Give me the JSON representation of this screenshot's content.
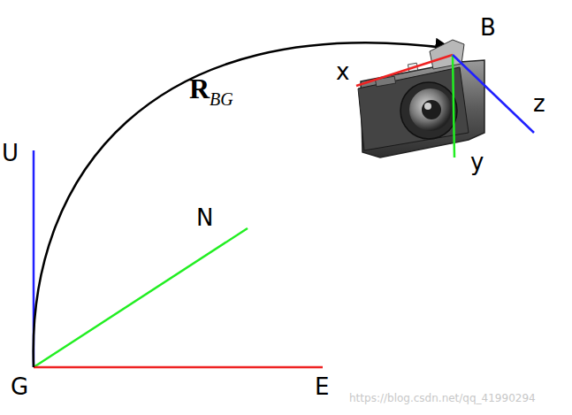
{
  "diagram": {
    "labels": [
      "U",
      "N",
      "G",
      "E",
      "B",
      "x",
      "y",
      "z",
      "R",
      "BG",
      "https://blog.csdn.net/qq_41990294"
    ]
  }
}
